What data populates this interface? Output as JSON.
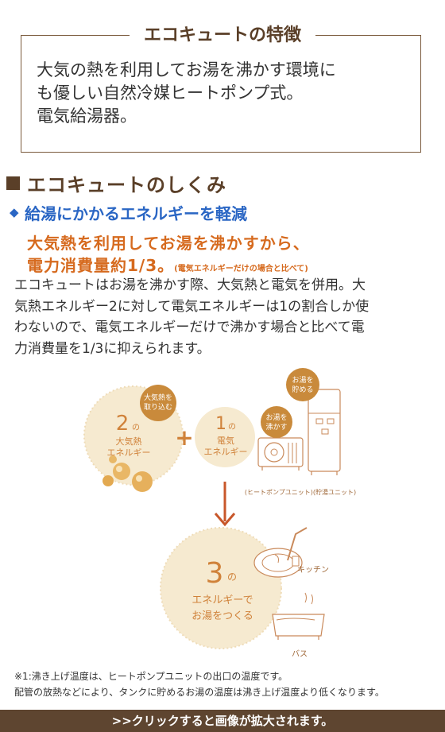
{
  "feature": {
    "title": "エコキュートの特徴",
    "lines": [
      "大気の熱を利用してお湯を沸かす環境に",
      "も優しい自然冷媒ヒートポンプ式。",
      "電気給湯器。"
    ]
  },
  "section": {
    "title": "エコキュートのしくみ",
    "subtitle_marker": "◆",
    "subtitle": "給湯にかかるエネルギーを軽減",
    "highlight_line1": "大気熱を利用してお湯を沸かすから、",
    "highlight_line2": "電力消費量約1/3。",
    "highlight_note": "(電気エネルギーだけの場合と比べて)",
    "explanation": [
      "エコキュートはお湯を沸かす際、大気熱と電気を併用。大",
      "気熱エネルギー2に対して電気エネルギーは1の割合しか使",
      "わないので、電気エネルギーだけで沸かす場合と比べて電",
      "力消費量を1/3に抑えられます。"
    ]
  },
  "diagram": {
    "air_heat_tag_line1": "大気熱を",
    "air_heat_tag_line2": "取り込む",
    "air_heat_number": "2",
    "air_heat_no": "の",
    "air_heat_line1": "大気熱",
    "air_heat_line2": "エネルギー",
    "plus": "+",
    "elec_number": "1",
    "elec_no": "の",
    "elec_line1": "電気",
    "elec_line2": "エネルギー",
    "boil_tag_line1": "お湯を",
    "boil_tag_line2": "沸かす",
    "store_tag_line1": "お湯を",
    "store_tag_line2": "貯める",
    "units_caption": "(ヒートポンプユニット)(貯湯ユニット)",
    "result_number": "3",
    "result_no": "の",
    "result_line1": "エネルギーで",
    "result_line2": "お湯をつくる",
    "kitchen": "キッチン",
    "bath": "バス"
  },
  "notes": {
    "line1": "※1:沸き上げ温度は、ヒートポンプユニットの出口の温度です。",
    "line2": "配管の放熱などにより、タンクに貯めるお湯の温度は沸き上げ温度より低くなります。"
  },
  "enlarge_link": ">>クリックすると画像が拡大されます。",
  "colors": {
    "brown": "#5a3f28",
    "blue": "#2a66c4",
    "orange": "#d66a1e",
    "circle_fill": "#f6ead0",
    "footer_bar": "#5e4530"
  }
}
